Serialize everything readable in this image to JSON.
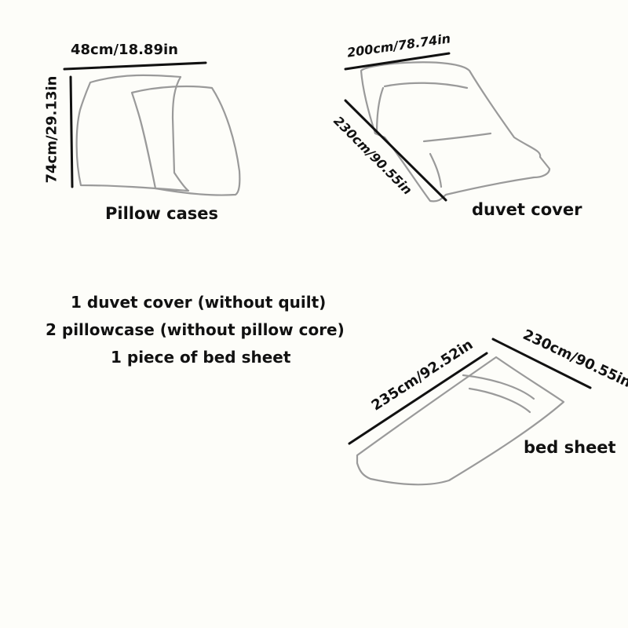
{
  "colors": {
    "background": "#fdfdf9",
    "outline": "#9a9a9a",
    "dimension_line": "#111111",
    "text": "#111111"
  },
  "pillow": {
    "label": "Pillow cases",
    "width_dim": "48cm/18.89in",
    "height_dim": "74cm/29.13in"
  },
  "duvet": {
    "label": "duvet cover",
    "width_dim": "200cm/78.74in",
    "length_dim": "230cm/90.55in"
  },
  "sheet": {
    "label": "bed sheet",
    "length_dim": "235cm/92.52in",
    "width_dim": "230cm/90.55in"
  },
  "contents": [
    "1 duvet cover (without quilt)",
    "2 pillowcase (without pillow core)",
    "1 piece of bed sheet"
  ]
}
